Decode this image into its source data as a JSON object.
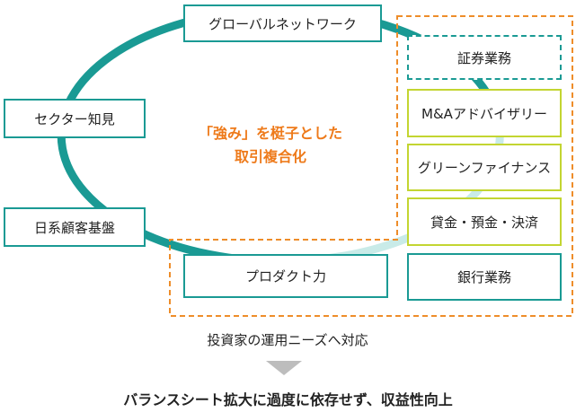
{
  "colors": {
    "ring_teal": "#1a9a94",
    "ring_light": "#c9ebe8",
    "box_teal": "#1a9a94",
    "box_green": "#c3d531",
    "dash_orange": "#ee8d2a",
    "headline_orange": "#ee7a1a",
    "arrow_gray": "#bdbdbd"
  },
  "strengths": {
    "global_network": "グローバルネットワーク",
    "sector_knowledge": "セクター知見",
    "japanese_client_base": "日系顧客基盤",
    "product_capability": "プロダクト力"
  },
  "center": {
    "line1": "「強み」を梃子とした",
    "line2": "取引複合化"
  },
  "businesses": {
    "securities": "証券業務",
    "ma_advisory": "M&Aアドバイザリー",
    "green_finance": "グリーンファイナンス",
    "lending_deposit_settlement": "貸金・預金・決済",
    "banking": "銀行業務"
  },
  "footer": {
    "investor_needs": "投資家の運用ニーズへ対応",
    "conclusion": "バランスシート拡大に過度に依存せず、収益性向上"
  }
}
